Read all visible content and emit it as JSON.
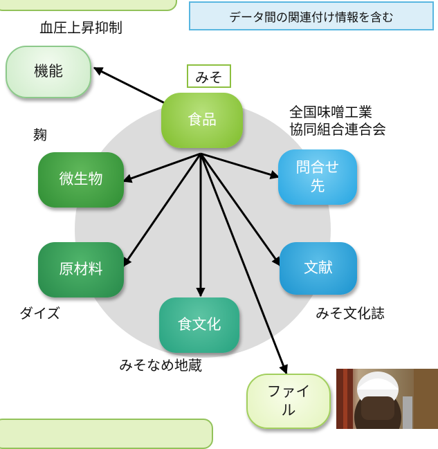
{
  "callout": {
    "text": "データ間の関連付け情報を含む"
  },
  "labels": {
    "function_example": "血圧上昇抑制",
    "food_example": "みそ",
    "contact_example_line1": "全国味噌工業",
    "contact_example_line2": "協同組合連合会",
    "microbe_example": "麹",
    "material_example": "ダイズ",
    "literature_example": "みそ文化誌",
    "culture_example": "みそなめ地蔵"
  },
  "nodes": {
    "kinou": "機能",
    "shokuhin": "食品",
    "biseibutsu": "微生物",
    "toiawase_line1": "問合せ",
    "toiawase_line2": "先",
    "genzairyou": "原材料",
    "bunken": "文献",
    "shokubunka": "食文化",
    "file_line1": "ファイ",
    "file_line2": "ル"
  },
  "colors": {
    "hub": "#8cc63f",
    "microbe": "#3a9c3f",
    "material": "#2e9150",
    "contact": "#29abe2",
    "literature": "#1f9ad6",
    "culture": "#2aab85",
    "function": "#d7f0d3",
    "file": "#eaf6c8"
  }
}
